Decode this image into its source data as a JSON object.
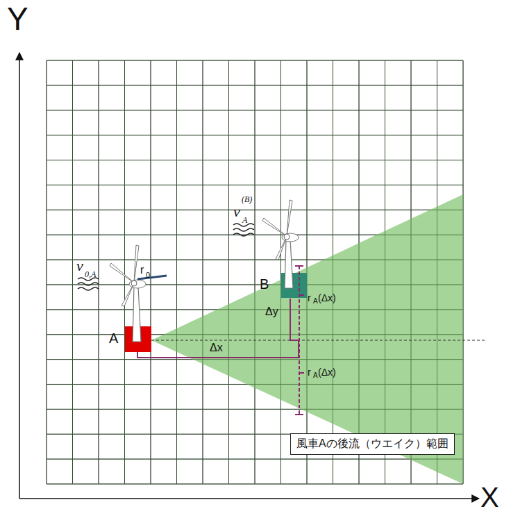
{
  "diagram": {
    "nodes": [
      {
        "text": [
          "風車Aの後流（ウエイク）範囲"
        ]
      }
    ],
    "labels": [
      "Y",
      "X",
      "v",
      "0,A",
      "v",
      "A",
      "(B)",
      "r",
      "0",
      "A",
      "B",
      "Δx",
      "Δy",
      "r",
      "A",
      "(Δx)",
      "r",
      "A",
      "(Δx)"
    ]
  }
}
